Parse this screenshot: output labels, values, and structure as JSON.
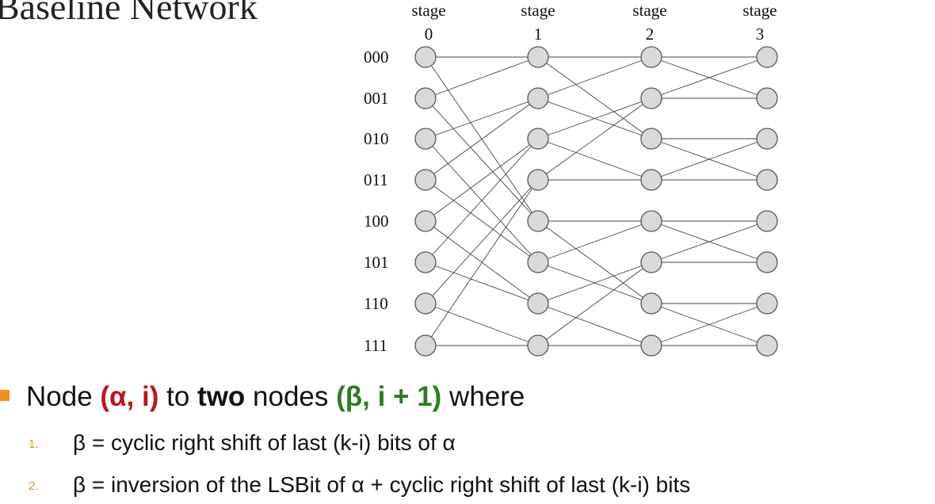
{
  "title": "Baseline Network",
  "diagram": {
    "stage_labels": [
      {
        "word": "stage",
        "num": "0"
      },
      {
        "word": "stage",
        "num": "1"
      },
      {
        "word": "stage",
        "num": "2"
      },
      {
        "word": "stage",
        "num": "3"
      }
    ],
    "row_labels": [
      "000",
      "001",
      "010",
      "011",
      "100",
      "101",
      "110",
      "111"
    ],
    "stages": 4,
    "rows": 8,
    "connections": [
      [
        [
          0,
          0
        ],
        [
          0,
          4
        ],
        [
          1,
          0
        ],
        [
          1,
          4
        ],
        [
          2,
          1
        ],
        [
          2,
          5
        ],
        [
          3,
          1
        ],
        [
          3,
          5
        ],
        [
          4,
          2
        ],
        [
          4,
          6
        ],
        [
          5,
          2
        ],
        [
          5,
          6
        ],
        [
          6,
          3
        ],
        [
          6,
          7
        ],
        [
          7,
          3
        ],
        [
          7,
          7
        ]
      ],
      [
        [
          0,
          0
        ],
        [
          0,
          2
        ],
        [
          1,
          0
        ],
        [
          1,
          2
        ],
        [
          2,
          1
        ],
        [
          2,
          3
        ],
        [
          3,
          1
        ],
        [
          3,
          3
        ],
        [
          4,
          4
        ],
        [
          4,
          6
        ],
        [
          5,
          4
        ],
        [
          5,
          6
        ],
        [
          6,
          5
        ],
        [
          6,
          7
        ],
        [
          7,
          5
        ],
        [
          7,
          7
        ]
      ],
      [
        [
          0,
          0
        ],
        [
          0,
          1
        ],
        [
          1,
          0
        ],
        [
          1,
          1
        ],
        [
          2,
          2
        ],
        [
          2,
          3
        ],
        [
          3,
          2
        ],
        [
          3,
          3
        ],
        [
          4,
          4
        ],
        [
          4,
          5
        ],
        [
          5,
          4
        ],
        [
          5,
          5
        ],
        [
          6,
          6
        ],
        [
          6,
          7
        ],
        [
          7,
          6
        ],
        [
          7,
          7
        ]
      ]
    ],
    "colors": {
      "node_fill": "#d9d9d9",
      "node_stroke": "#555555",
      "edge": "#444444"
    }
  },
  "bullets": {
    "main": {
      "prefix": "Node ",
      "alpha_i": "(α, i)",
      "to": " to ",
      "two": "two",
      "nodes": " nodes ",
      "beta": "(β, i + 1)",
      "where": " where"
    },
    "items": [
      {
        "num": "1.",
        "text": "β = cyclic right shift of last (k-i) bits of α"
      },
      {
        "num": "2.",
        "text": "β = inversion of the LSBit of α + cyclic right shift of last (k-i) bits"
      }
    ],
    "colors": {
      "marker": "#f28c1c",
      "red": "#c0141c",
      "green": "#2e7d1f"
    }
  }
}
